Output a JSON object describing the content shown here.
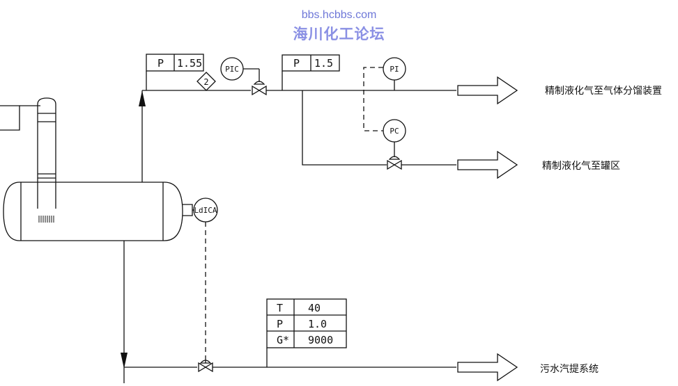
{
  "watermark": {
    "url": "bbs.hcbbs.com",
    "name": "海川化工论坛"
  },
  "instruments": {
    "pic": "PIC",
    "pi": "PI",
    "pc": "PC",
    "level": "LdICA",
    "note_tag": "2"
  },
  "boxes": {
    "top_left": {
      "param": "P",
      "value": "1.55"
    },
    "top_right": {
      "param": "P",
      "value": "1.5"
    },
    "bottom": [
      {
        "param": "T",
        "value": "40"
      },
      {
        "param": "P",
        "value": "1.0"
      },
      {
        "param": "G*",
        "value": "9000"
      }
    ]
  },
  "destinations": {
    "gas_fractionation": "精制液化气至气体分馏装置",
    "tank_farm": "精制液化气至罐区",
    "sour_water": "污水汽提系统"
  }
}
